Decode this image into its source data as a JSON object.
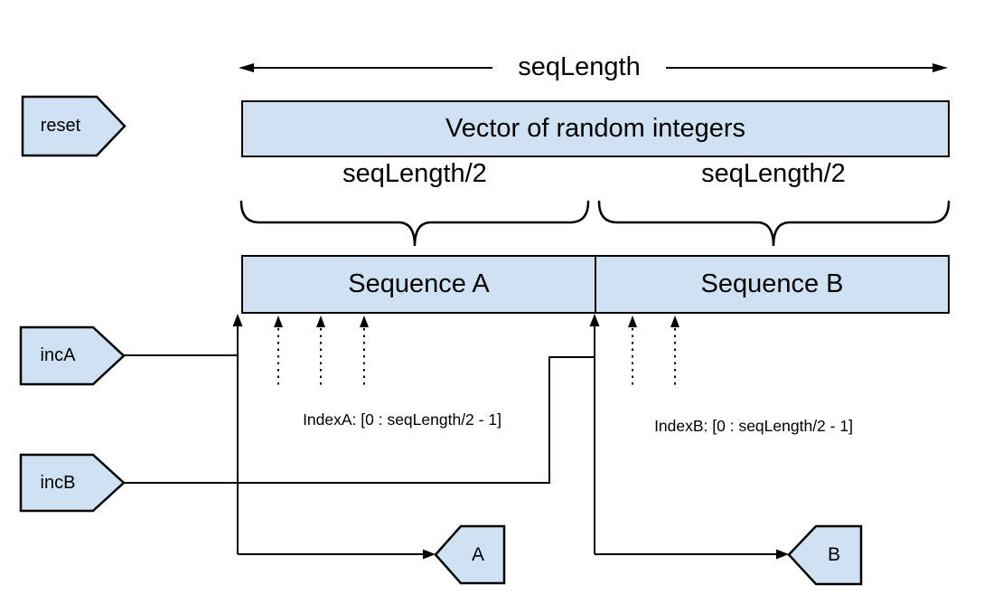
{
  "diagram": {
    "seq_length_label": "seqLength",
    "vector_label": "Vector of random integers",
    "left_half_label": "seqLength/2",
    "right_half_label": "seqLength/2",
    "sequence_a_label": "Sequence A",
    "sequence_b_label": "Sequence B",
    "index_a_label": "IndexA: [0 : seqLength/2 - 1]",
    "index_b_label": "IndexB: [0 : seqLength/2 - 1]",
    "reset_label": "reset",
    "inc_a_label": "incA",
    "inc_b_label": "incB",
    "out_a_label": "A",
    "out_b_label": "B",
    "colors": {
      "shape_fill": "#cfe2f3",
      "line": "#000000",
      "background": "#ffffff"
    }
  }
}
